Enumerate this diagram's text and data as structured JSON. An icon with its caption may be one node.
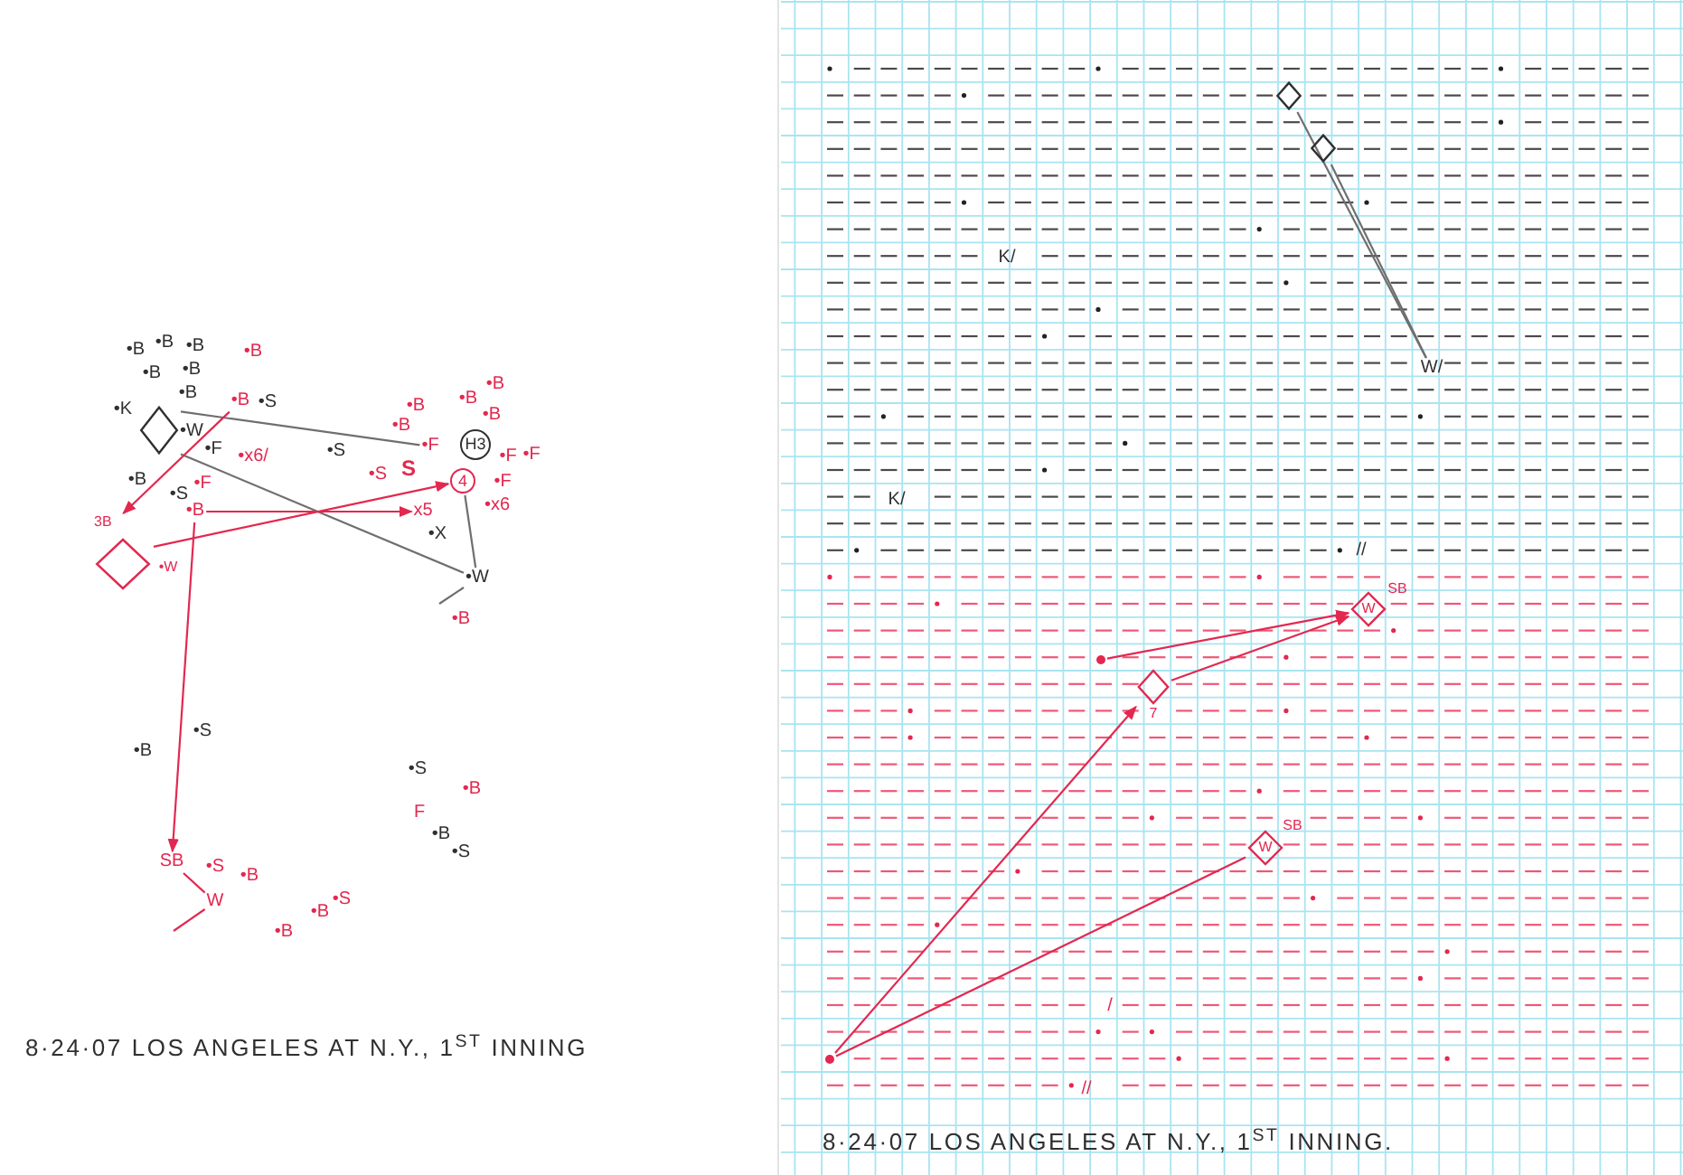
{
  "diagram": {
    "nodes": [
      {
        "text": [],
        "shape": "diamond"
      },
      {
        "text": [
          "•F"
        ]
      },
      {
        "text": [
          "•W"
        ]
      },
      {
        "text": [
          "4"
        ]
      },
      {
        "text": [
          "•B"
        ]
      },
      {
        "text": [
          "3B"
        ],
        "beside": [
          "•W"
        ]
      },
      {
        "text": [
          "•B"
        ]
      },
      {
        "text": [
          "x5"
        ]
      },
      {
        "text": [
          "SB"
        ]
      },
      {
        "text": [
          "W"
        ]
      },
      {
        "text": [],
        "shape": "diamond"
      },
      {
        "text": [],
        "shape": "diamond"
      },
      {
        "text": [
          "W/"
        ]
      },
      {
        "text": [],
        "shape": "circle"
      },
      {
        "text": [],
        "shape": "diamond",
        "beside": [
          "7"
        ]
      },
      {
        "text": [
          "W"
        ],
        "beside": [
          "SB"
        ]
      },
      {
        "text": [
          "W"
        ],
        "beside": [
          "SB"
        ]
      },
      {
        "text": [],
        "shape": "circle"
      }
    ],
    "edges": [
      {
        "from": 0,
        "to": 1,
        "arrow": "none",
        "color": "#6f6f6f"
      },
      {
        "from": 0,
        "to": 2,
        "arrow": "none",
        "color": "#6f6f6f"
      },
      {
        "from": 2,
        "to": 3,
        "arrow": "none",
        "color": "#6f6f6f"
      },
      {
        "from": 2,
        "to": null,
        "arrow": "none",
        "color": "#6f6f6f"
      },
      {
        "from": 4,
        "to": 5,
        "arrow": "to"
      },
      {
        "from": 5,
        "to": 3,
        "arrow": "to"
      },
      {
        "from": 6,
        "to": 7,
        "arrow": "to"
      },
      {
        "from": 6,
        "to": 8,
        "arrow": "to"
      },
      {
        "from": 8,
        "to": 9,
        "arrow": "none"
      },
      {
        "from": 9,
        "to": null,
        "arrow": "none"
      },
      {
        "from": 10,
        "to": 12,
        "arrow": "none",
        "color": "#6f6f6f"
      },
      {
        "from": 11,
        "to": 12,
        "arrow": "none",
        "color": "#6f6f6f"
      },
      {
        "from": 13,
        "to": 14,
        "arrow": "to"
      },
      {
        "from": 13,
        "to": 16,
        "arrow": "none"
      },
      {
        "from": 14,
        "to": 15,
        "arrow": "to"
      },
      {
        "from": 17,
        "to": 15,
        "arrow": "to"
      }
    ],
    "labels": [
      "•B",
      "•B",
      "•B",
      "•B",
      "•B",
      "•B",
      "•K",
      "•B",
      "•S",
      "•W",
      "•F",
      "•F",
      "•x6/",
      "•S",
      "•B",
      "•S",
      "•B",
      "•B",
      "•B",
      "•B",
      "•B",
      "H3",
      "•F",
      "•F",
      "•S",
      "S",
      "•F",
      "•x6",
      "•X",
      "•B",
      "•S",
      "•B",
      "•S",
      "•B",
      "F",
      "•B",
      "•S",
      "•S",
      "•B",
      "•B",
      "•S",
      "•B",
      "8·24·07 LOS ANGELES AT N.Y., 1$^{ST}$ INNING",
      "K/",
      "K/",
      "//",
      "/",
      "//",
      "8·24·07 LOS ANGELES AT N.Y., 1$^{ST}$ INNING."
    ]
  }
}
